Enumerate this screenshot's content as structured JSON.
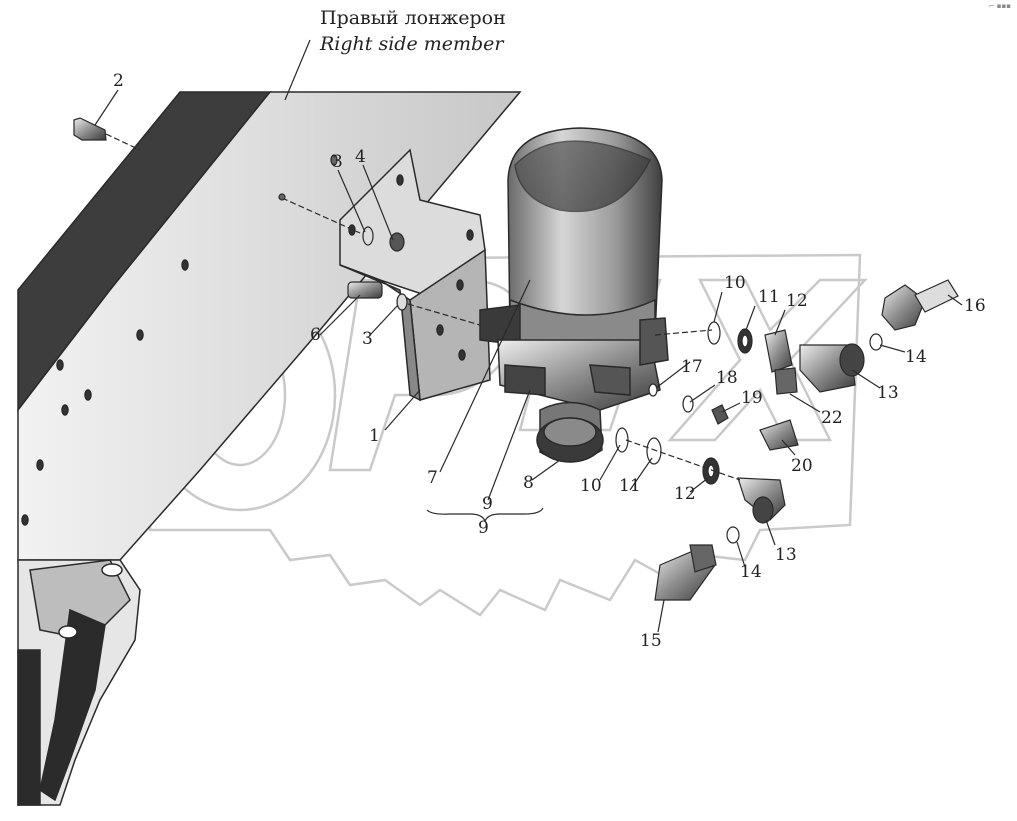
{
  "title": {
    "ru": "Правый лонжерон",
    "en": "Right side member"
  },
  "callouts": {
    "c1": "1",
    "c2": "2",
    "c3a": "3",
    "c3b": "3",
    "c4": "4",
    "c6": "6",
    "c7": "7",
    "c8": "8",
    "c9a": "9",
    "c9b": "9",
    "c10a": "10",
    "c10b": "10",
    "c11a": "11",
    "c11b": "11",
    "c12a": "12",
    "c12b": "12",
    "c13a": "13",
    "c13b": "13",
    "c14a": "14",
    "c14b": "14",
    "c15": "15",
    "c16": "16",
    "c17": "17",
    "c18": "18",
    "c19": "19",
    "c20": "20",
    "c22": "22"
  },
  "watermark_text": "OPEX",
  "colors": {
    "line": "#2a2a2a",
    "frame_dark": "#3c3c3c",
    "frame_light": "#e8e8e8",
    "frame_mid": "#a6a6a6",
    "cylinder_dark": "#4a4a4a",
    "cylinder_light": "#c8c8c8",
    "watermark": "#bdbdbd"
  }
}
